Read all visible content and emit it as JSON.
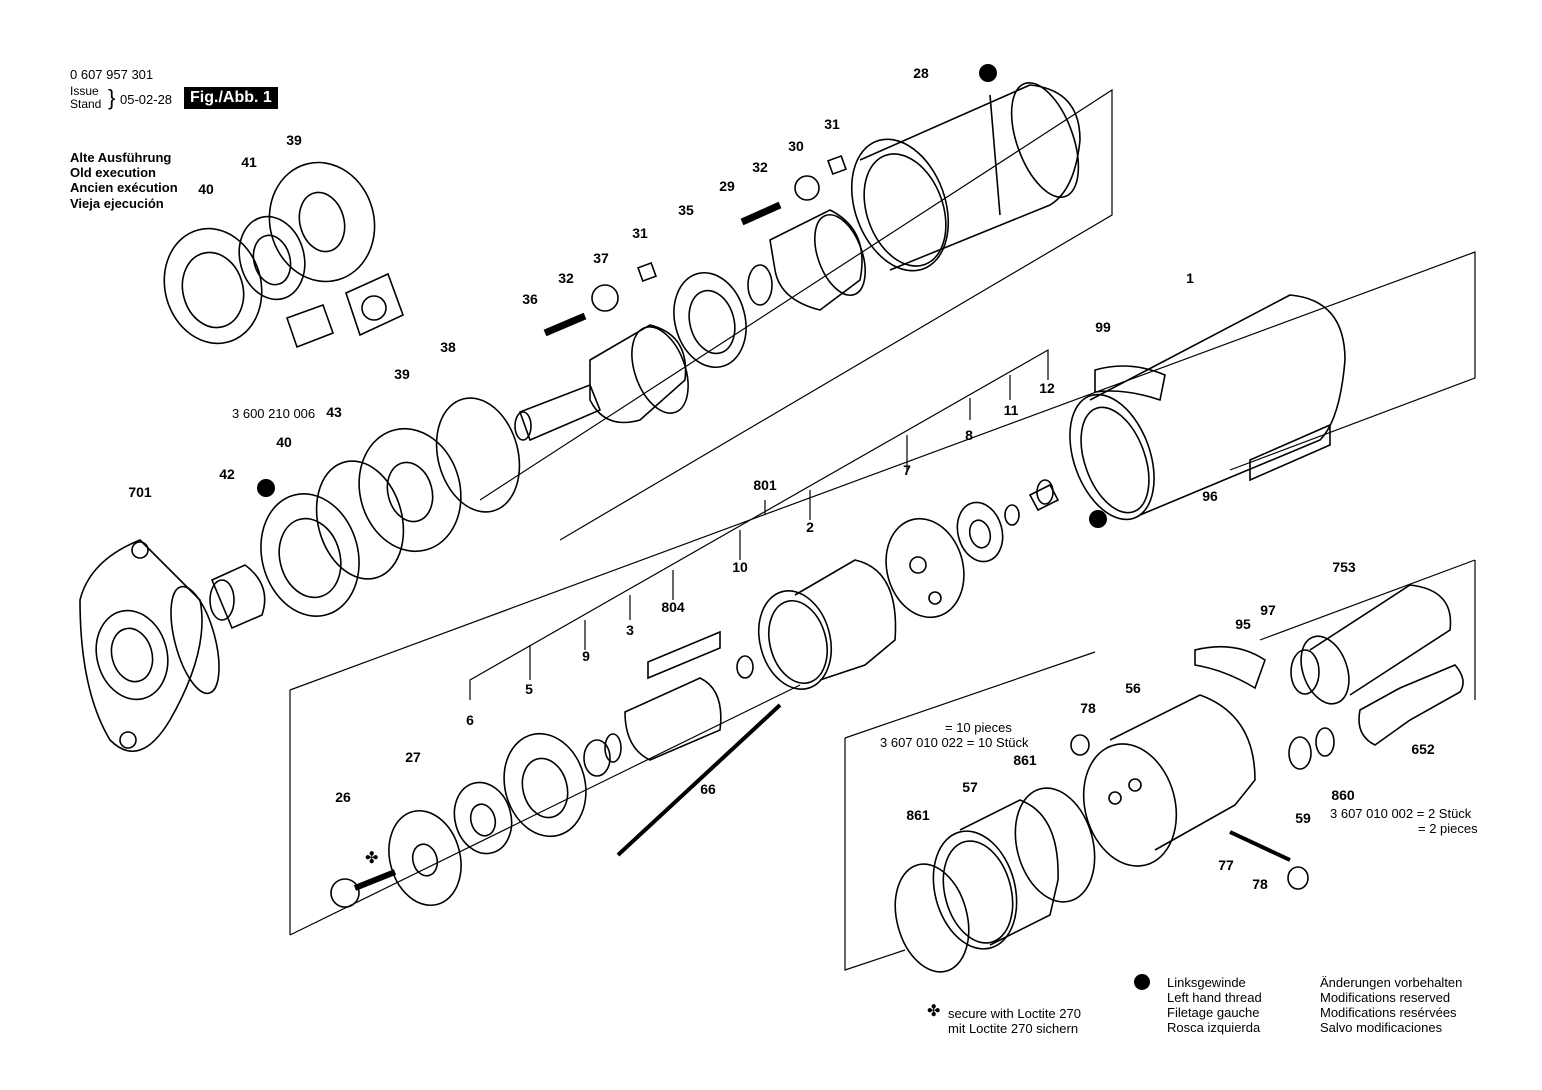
{
  "header": {
    "part_number": "0 607 957 301",
    "issue_label_1": "Issue",
    "issue_label_2": "Stand",
    "issue_date": "05-02-28",
    "figure": "Fig./Abb. 1"
  },
  "old_execution": {
    "line1": "Alte Ausführung",
    "line2": "Old execution",
    "line3": "Ancien exécution",
    "line4": "Vieja ejecución"
  },
  "part_numbers": {
    "p43": "3 600 210 006",
    "p78_a": "= 10 pieces",
    "p78_b": "3 607 010 022 = 10 Stück",
    "p860_a": "3 607 010 002 = 2 Stück",
    "p860_b": "= 2 pieces"
  },
  "labels": [
    "28",
    "31",
    "30",
    "32",
    "29",
    "35",
    "31",
    "37",
    "32",
    "36",
    "39",
    "41",
    "40",
    "38",
    "39",
    "43",
    "40",
    "42",
    "701",
    "1",
    "99",
    "12",
    "11",
    "8",
    "7",
    "96",
    "801",
    "2",
    "10",
    "804",
    "3",
    "9",
    "5",
    "6",
    "27",
    "26",
    "66",
    "753",
    "97",
    "95",
    "78",
    "56",
    "861",
    "57",
    "861",
    "652",
    "860",
    "59",
    "77",
    "78"
  ],
  "legend": {
    "loctite_1": "secure with Loctite 270",
    "loctite_2": "mit Loctite 270 sichern",
    "lh_1": "Linksgewinde",
    "lh_2": "Left hand thread",
    "lh_3": "Filetage gauche",
    "lh_4": "Rosca izquierda",
    "mod_1": "Änderungen vorbehalten",
    "mod_2": "Modifications reserved",
    "mod_3": "Modifications resérvées",
    "mod_4": "Salvo modificaciones"
  }
}
